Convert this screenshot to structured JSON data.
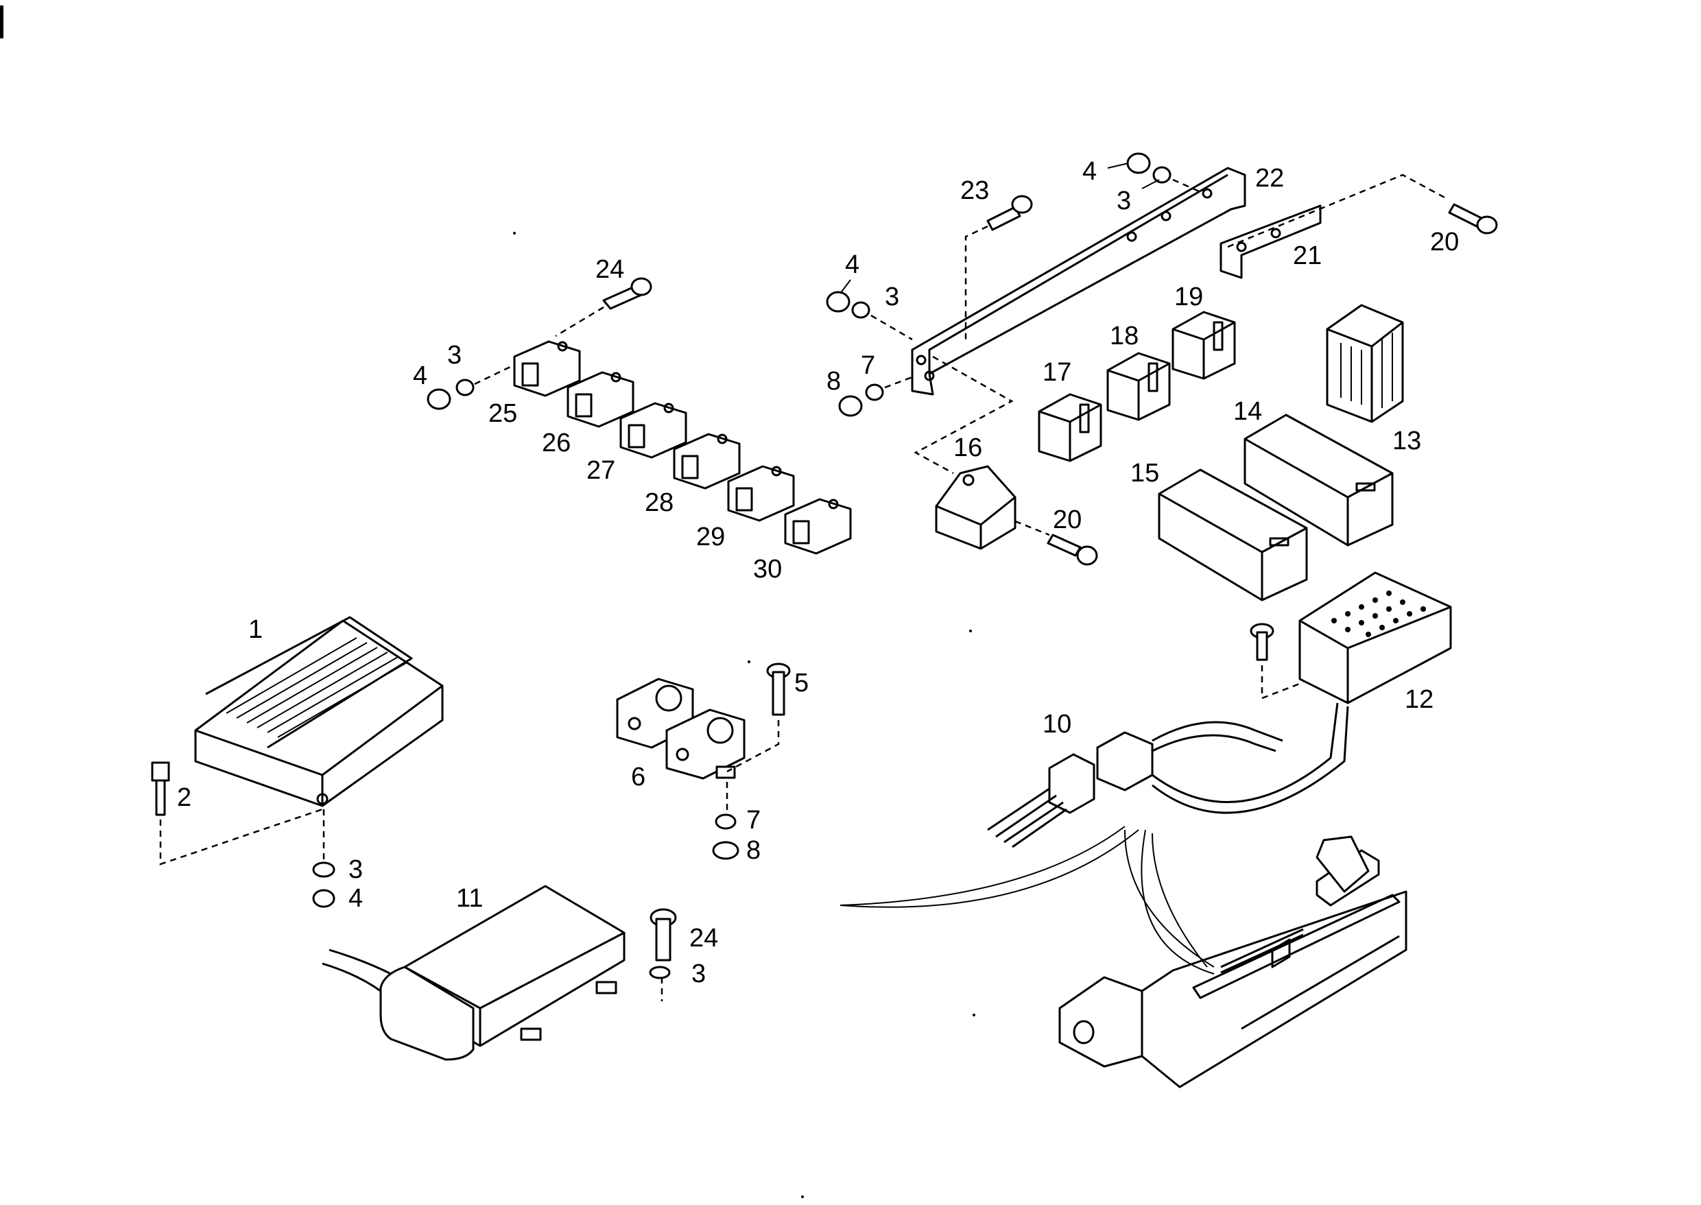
{
  "callouts": [
    {
      "id": "c1",
      "text": "1"
    },
    {
      "id": "c2",
      "text": "2"
    },
    {
      "id": "c3a",
      "text": "3"
    },
    {
      "id": "c4a",
      "text": "4"
    },
    {
      "id": "c5",
      "text": "5"
    },
    {
      "id": "c6",
      "text": "6"
    },
    {
      "id": "c7a",
      "text": "7"
    },
    {
      "id": "c8a",
      "text": "8"
    },
    {
      "id": "c10",
      "text": "10"
    },
    {
      "id": "c11",
      "text": "11"
    },
    {
      "id": "c12",
      "text": "12"
    },
    {
      "id": "c13",
      "text": "13"
    },
    {
      "id": "c14",
      "text": "14"
    },
    {
      "id": "c15",
      "text": "15"
    },
    {
      "id": "c16",
      "text": "16"
    },
    {
      "id": "c17",
      "text": "17"
    },
    {
      "id": "c18",
      "text": "18"
    },
    {
      "id": "c19",
      "text": "19"
    },
    {
      "id": "c20a",
      "text": "20"
    },
    {
      "id": "c20b",
      "text": "20"
    },
    {
      "id": "c21",
      "text": "21"
    },
    {
      "id": "c22",
      "text": "22"
    },
    {
      "id": "c23",
      "text": "23"
    },
    {
      "id": "c24a",
      "text": "24"
    },
    {
      "id": "c24b",
      "text": "24"
    },
    {
      "id": "c3b",
      "text": "3"
    },
    {
      "id": "c4b",
      "text": "4"
    },
    {
      "id": "c3c",
      "text": "3"
    },
    {
      "id": "c4c",
      "text": "4"
    },
    {
      "id": "c3d",
      "text": "3"
    },
    {
      "id": "c4d",
      "text": "4"
    },
    {
      "id": "c7b",
      "text": "7"
    },
    {
      "id": "c8b",
      "text": "8"
    },
    {
      "id": "c3e",
      "text": "3"
    },
    {
      "id": "c25",
      "text": "25"
    },
    {
      "id": "c26",
      "text": "26"
    },
    {
      "id": "c27",
      "text": "27"
    },
    {
      "id": "c28",
      "text": "28"
    },
    {
      "id": "c29",
      "text": "29"
    },
    {
      "id": "c30",
      "text": "30"
    }
  ]
}
